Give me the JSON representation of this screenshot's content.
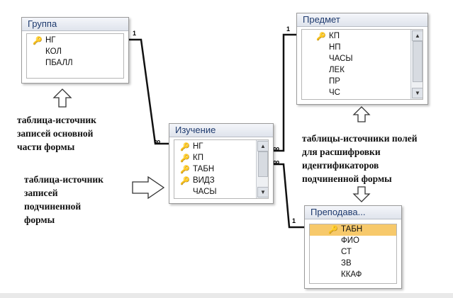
{
  "tables": {
    "gruppa": {
      "title": "Группа",
      "fields": [
        {
          "name": "НГ",
          "key": true
        },
        {
          "name": "КОЛ",
          "key": false
        },
        {
          "name": "ПБАЛЛ",
          "key": false
        }
      ]
    },
    "izuchenie": {
      "title": "Изучение",
      "fields": [
        {
          "name": "НГ",
          "key": true
        },
        {
          "name": "КП",
          "key": true
        },
        {
          "name": "ТАБН",
          "key": true
        },
        {
          "name": "ВИДЗ",
          "key": true
        },
        {
          "name": "ЧАСЫ",
          "key": false
        }
      ]
    },
    "predmet": {
      "title": "Предмет",
      "fields": [
        {
          "name": "КП",
          "key": true
        },
        {
          "name": "НП",
          "key": false
        },
        {
          "name": "ЧАСЫ",
          "key": false
        },
        {
          "name": "ЛЕК",
          "key": false
        },
        {
          "name": "ПР",
          "key": false
        },
        {
          "name": "ЧС",
          "key": false
        }
      ]
    },
    "prepodavatel": {
      "title": "Преподава...",
      "fields": [
        {
          "name": "ТАБН",
          "key": true
        },
        {
          "name": "ФИО",
          "key": false
        },
        {
          "name": "СТ",
          "key": false
        },
        {
          "name": "ЗВ",
          "key": false
        },
        {
          "name": "ККАФ",
          "key": false
        }
      ]
    }
  },
  "relations": {
    "one_label": "1",
    "many_label": "∞"
  },
  "labels": {
    "main_source": [
      "таблица-источник",
      "записей основной",
      "части формы"
    ],
    "sub_source": [
      "таблица-источник",
      "записей",
      "подчиненной",
      "формы"
    ],
    "lookup_sources": [
      "таблицы-источники полей",
      "для расшифровки",
      "идентификаторов",
      "подчиненной формы"
    ]
  },
  "colors": {
    "selected_row": "#f7c96b",
    "title_text": "#1e3a6e",
    "key_icon": "#c9a227"
  }
}
